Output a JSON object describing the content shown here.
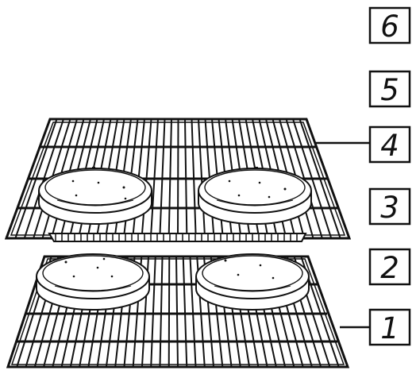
{
  "rack_positions": [
    {
      "label": "6"
    },
    {
      "label": "5"
    },
    {
      "label": "4"
    },
    {
      "label": "3"
    },
    {
      "label": "2"
    },
    {
      "label": "1"
    }
  ],
  "colors": {
    "line": "#111111",
    "background": "#ffffff"
  }
}
